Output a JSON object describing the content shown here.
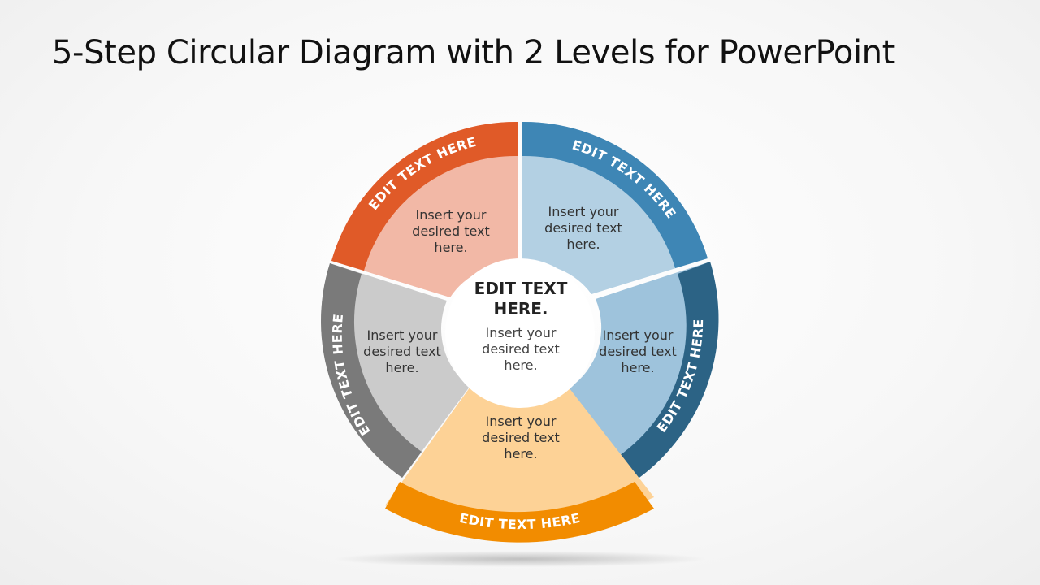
{
  "slide": {
    "title": "5-Step Circular Diagram with 2 Levels for PowerPoint"
  },
  "diagram": {
    "center": {
      "title_line1": "EDIT TEXT",
      "title_line2": "HERE.",
      "body_line1": "Insert your",
      "body_line2": "desired text",
      "body_line3": "here."
    },
    "segments": [
      {
        "id": "top-left",
        "outer_label": "EDIT TEXT HERE",
        "inner_line1": "Insert your",
        "inner_line2": "desired text",
        "inner_line3": "here.",
        "outer_color": "#e05a28",
        "inner_color": "#f2b8a6"
      },
      {
        "id": "top-right",
        "outer_label": "EDIT TEXT HERE",
        "inner_line1": "Insert your",
        "inner_line2": "desired text",
        "inner_line3": "here.",
        "outer_color": "#3e86b5",
        "inner_color": "#b3d0e3"
      },
      {
        "id": "right",
        "outer_label": "EDIT TEXT HERE",
        "inner_line1": "Insert your",
        "inner_line2": "desired text",
        "inner_line3": "here.",
        "outer_color": "#2c6385",
        "inner_color": "#9ec3dc"
      },
      {
        "id": "bottom",
        "outer_label": "EDIT TEXT HERE",
        "inner_line1": "Insert your",
        "inner_line2": "desired text",
        "inner_line3": "here.",
        "outer_color": "#f28c00",
        "inner_color": "#fdd296"
      },
      {
        "id": "left",
        "outer_label": "EDIT TEXT HERE",
        "inner_line1": "Insert your",
        "inner_line2": "desired text",
        "inner_line3": "here.",
        "outer_color": "#7a7a7a",
        "inner_color": "#cbcbcb"
      }
    ]
  }
}
